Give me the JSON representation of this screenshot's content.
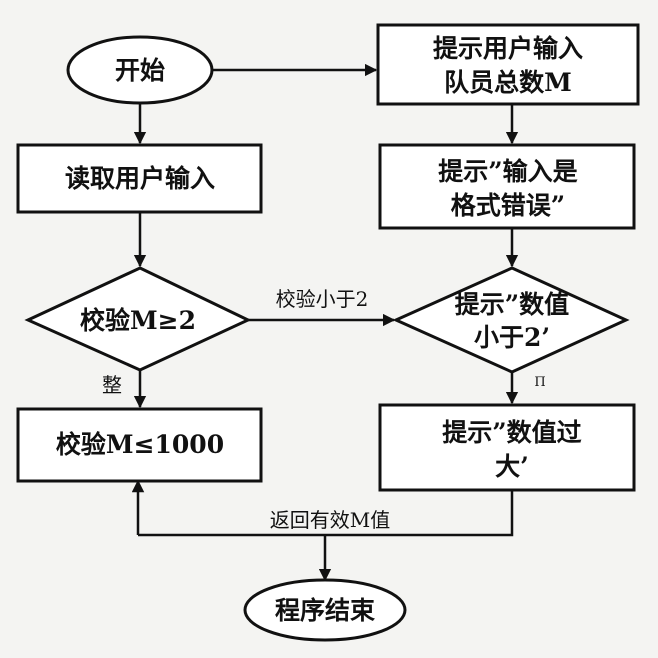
{
  "nodes": {
    "start": "开始",
    "read_input": "读取用户输入",
    "check_ge2": "校验M≥2",
    "check_le1000": "校验M≤1000",
    "prompt_total_l1": "提示用户输入",
    "prompt_total_l2": "队员总数M",
    "prompt_format_l1": "提示”输入是",
    "prompt_format_l2": "格式错误”",
    "prompt_less2_l1": "提示”数值",
    "prompt_less2_l2": "小于2’",
    "prompt_too_big_l1": "提示”数值过",
    "prompt_too_big_l2": "大’",
    "end": "程序结束"
  },
  "edges": {
    "less_than_2": "校验小于2",
    "integer": "整",
    "return_valid": "返回有效M值",
    "stray_mark": "Π"
  }
}
